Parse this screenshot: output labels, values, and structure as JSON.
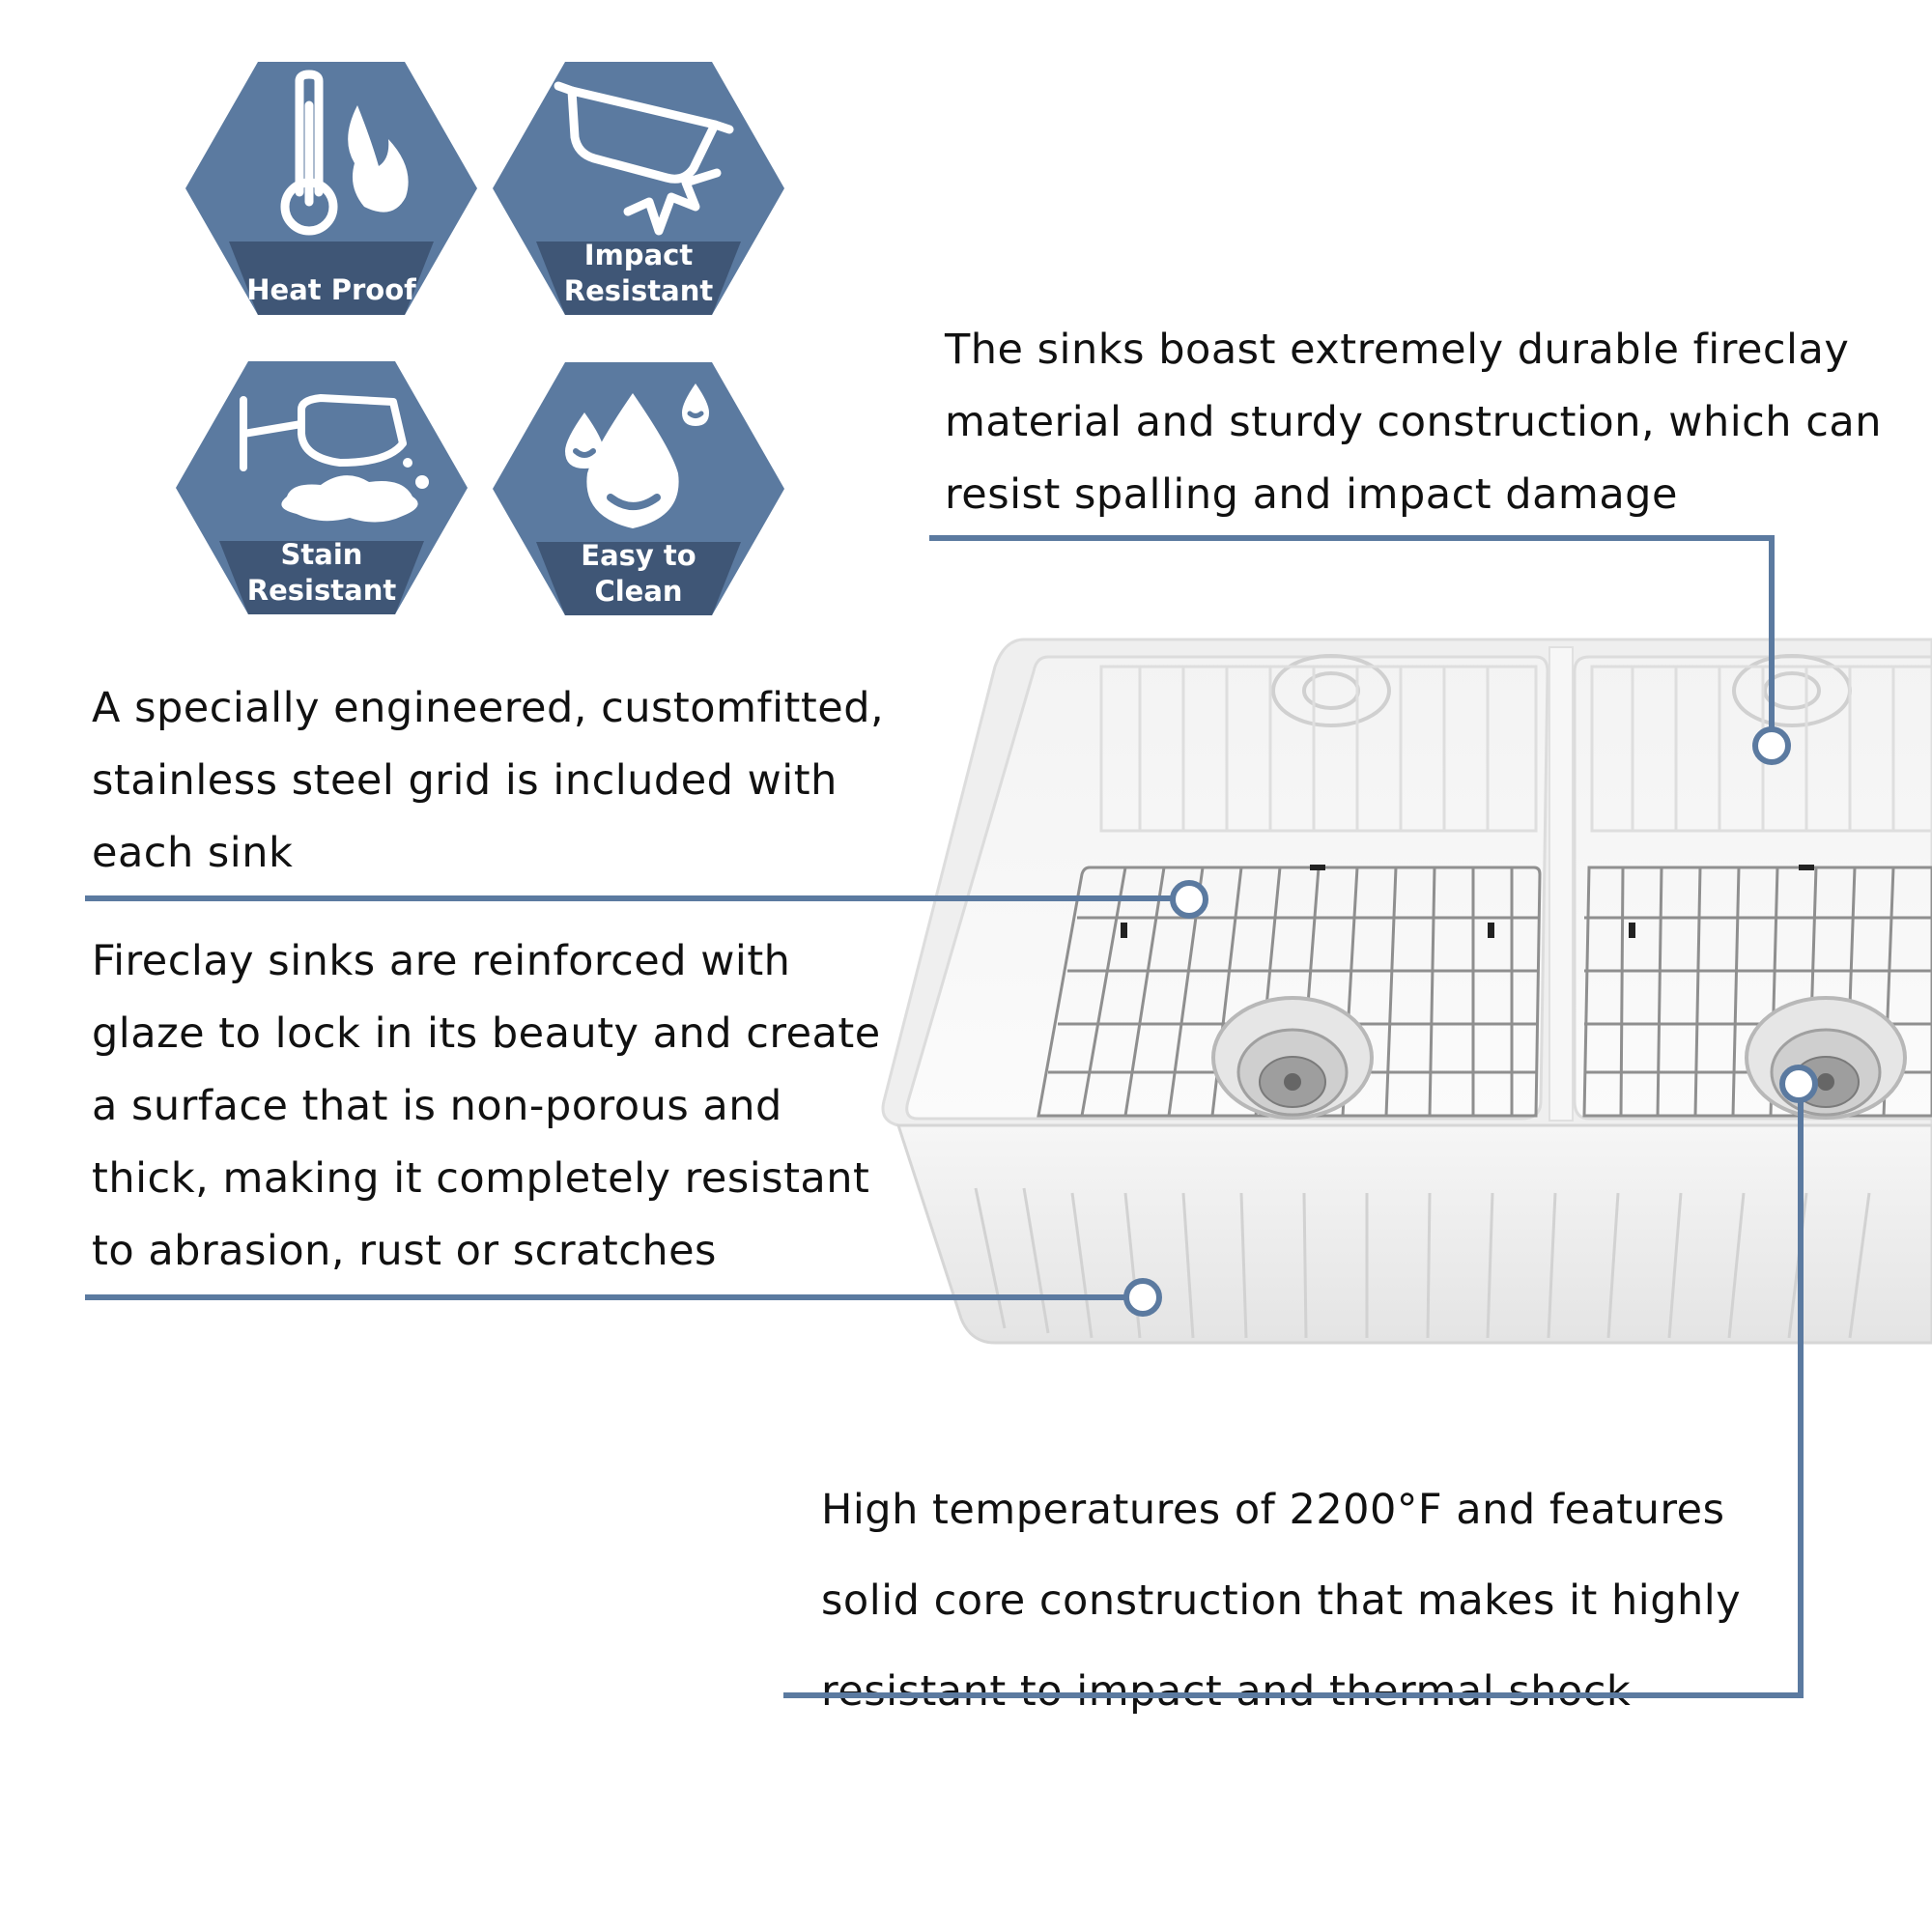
{
  "colors": {
    "badge_fill": "#5b7aa0",
    "badge_band": "#3f5676",
    "line": "#5b7aa0",
    "sink_body": "#f1f1f1",
    "grid_wire": "#8f8f8f"
  },
  "badges": [
    {
      "icon": "thermometer-flame-icon",
      "lines": [
        "Heat Proof"
      ]
    },
    {
      "icon": "pot-impact-icon",
      "lines": [
        "Impact",
        "Resistant"
      ]
    },
    {
      "icon": "spilled-wine-glass-icon",
      "lines": [
        "Stain",
        "Resistant"
      ]
    },
    {
      "icon": "water-drops-icon",
      "lines": [
        "Easy to",
        "Clean"
      ]
    }
  ],
  "callouts": {
    "durable": [
      "The sinks boast extremely durable fireclay",
      "material and sturdy construction, which can",
      "resist spalling and impact damage"
    ],
    "grid": [
      "A specially engineered, customfitted,",
      "stainless steel grid is included with",
      "each sink"
    ],
    "glaze": [
      "Fireclay sinks are reinforced with",
      "glaze to lock in its beauty and create",
      "a surface that is non-porous and",
      "thick, making it completely resistant",
      "to abrasion, rust or scratches"
    ],
    "temperature": [
      "High temperatures of 2200°F and features",
      "solid core construction that makes it highly",
      "resistant to impact and thermal shock"
    ]
  }
}
